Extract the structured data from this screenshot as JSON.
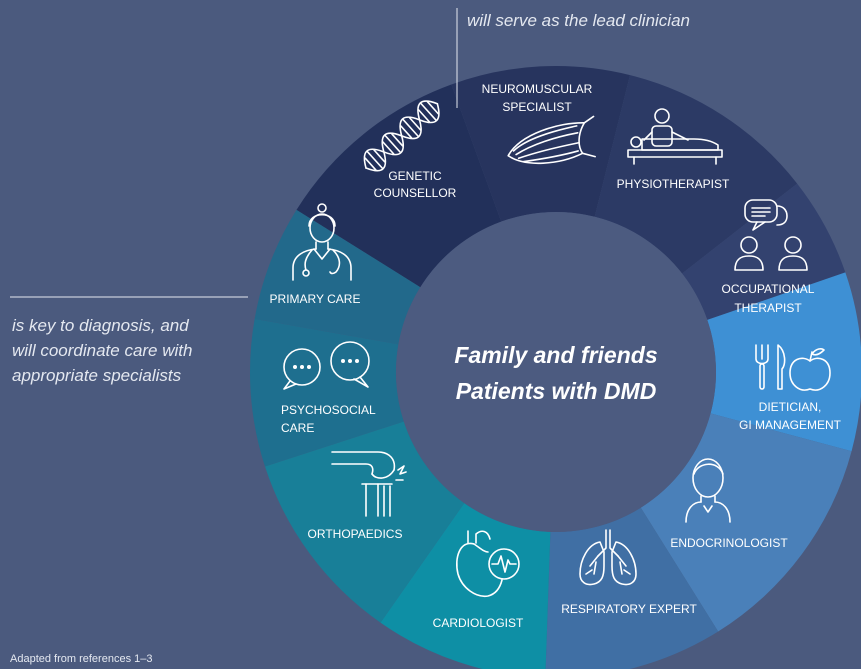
{
  "top_note": "will serve as the lead clinician",
  "side_note": {
    "line1": "is key to diagnosis, and",
    "line2": "will coordinate care with",
    "line3": "appropriate specialists"
  },
  "center": {
    "line1": "Family and friends",
    "line2": "Patients with DMD"
  },
  "segments": [
    {
      "label": [
        "GENETIC",
        "COUNSELLOR"
      ],
      "icon": "dna-icon",
      "color": "#22305a"
    },
    {
      "label": [
        "NEUROMUSCULAR",
        "SPECIALIST"
      ],
      "icon": "muscle-icon",
      "color": "#27345e"
    },
    {
      "label": [
        "PHYSIOTHERAPIST"
      ],
      "icon": "physiotherapy-icon",
      "color": "#2c3a65"
    },
    {
      "label": [
        "OCCUPATIONAL",
        "THERAPIST"
      ],
      "icon": "occupational-therapy-icon",
      "color": "#33426f"
    },
    {
      "label": [
        "DIETICIAN,",
        "GI MANAGEMENT"
      ],
      "icon": "fork-knife-apple-icon",
      "color": "#3e90d4"
    },
    {
      "label": [
        "ENDOCRINOLOGIST"
      ],
      "icon": "person-icon",
      "color": "#4a80b9"
    },
    {
      "label": [
        "RESPIRATORY EXPERT"
      ],
      "icon": "lungs-icon",
      "color": "#406fa4"
    },
    {
      "label": [
        "CARDIOLOGIST"
      ],
      "icon": "heart-pulse-icon",
      "color": "#0e8fa5"
    },
    {
      "label": [
        "ORTHOPAEDICS"
      ],
      "icon": "knee-joint-icon",
      "color": "#187f98"
    },
    {
      "label": [
        "PSYCHOSOCIAL",
        "CARE"
      ],
      "icon": "speech-bubbles-icon",
      "color": "#1e6f8f"
    },
    {
      "label": [
        "PRIMARY CARE"
      ],
      "icon": "doctor-icon",
      "color": "#22698b"
    }
  ],
  "footnote": "Adapted from references 1–3",
  "colors": {
    "background": "#4b5a7e",
    "inner_circle": "#4c5b80",
    "text": "#ffffff",
    "note_text": "#e4e8f0"
  }
}
